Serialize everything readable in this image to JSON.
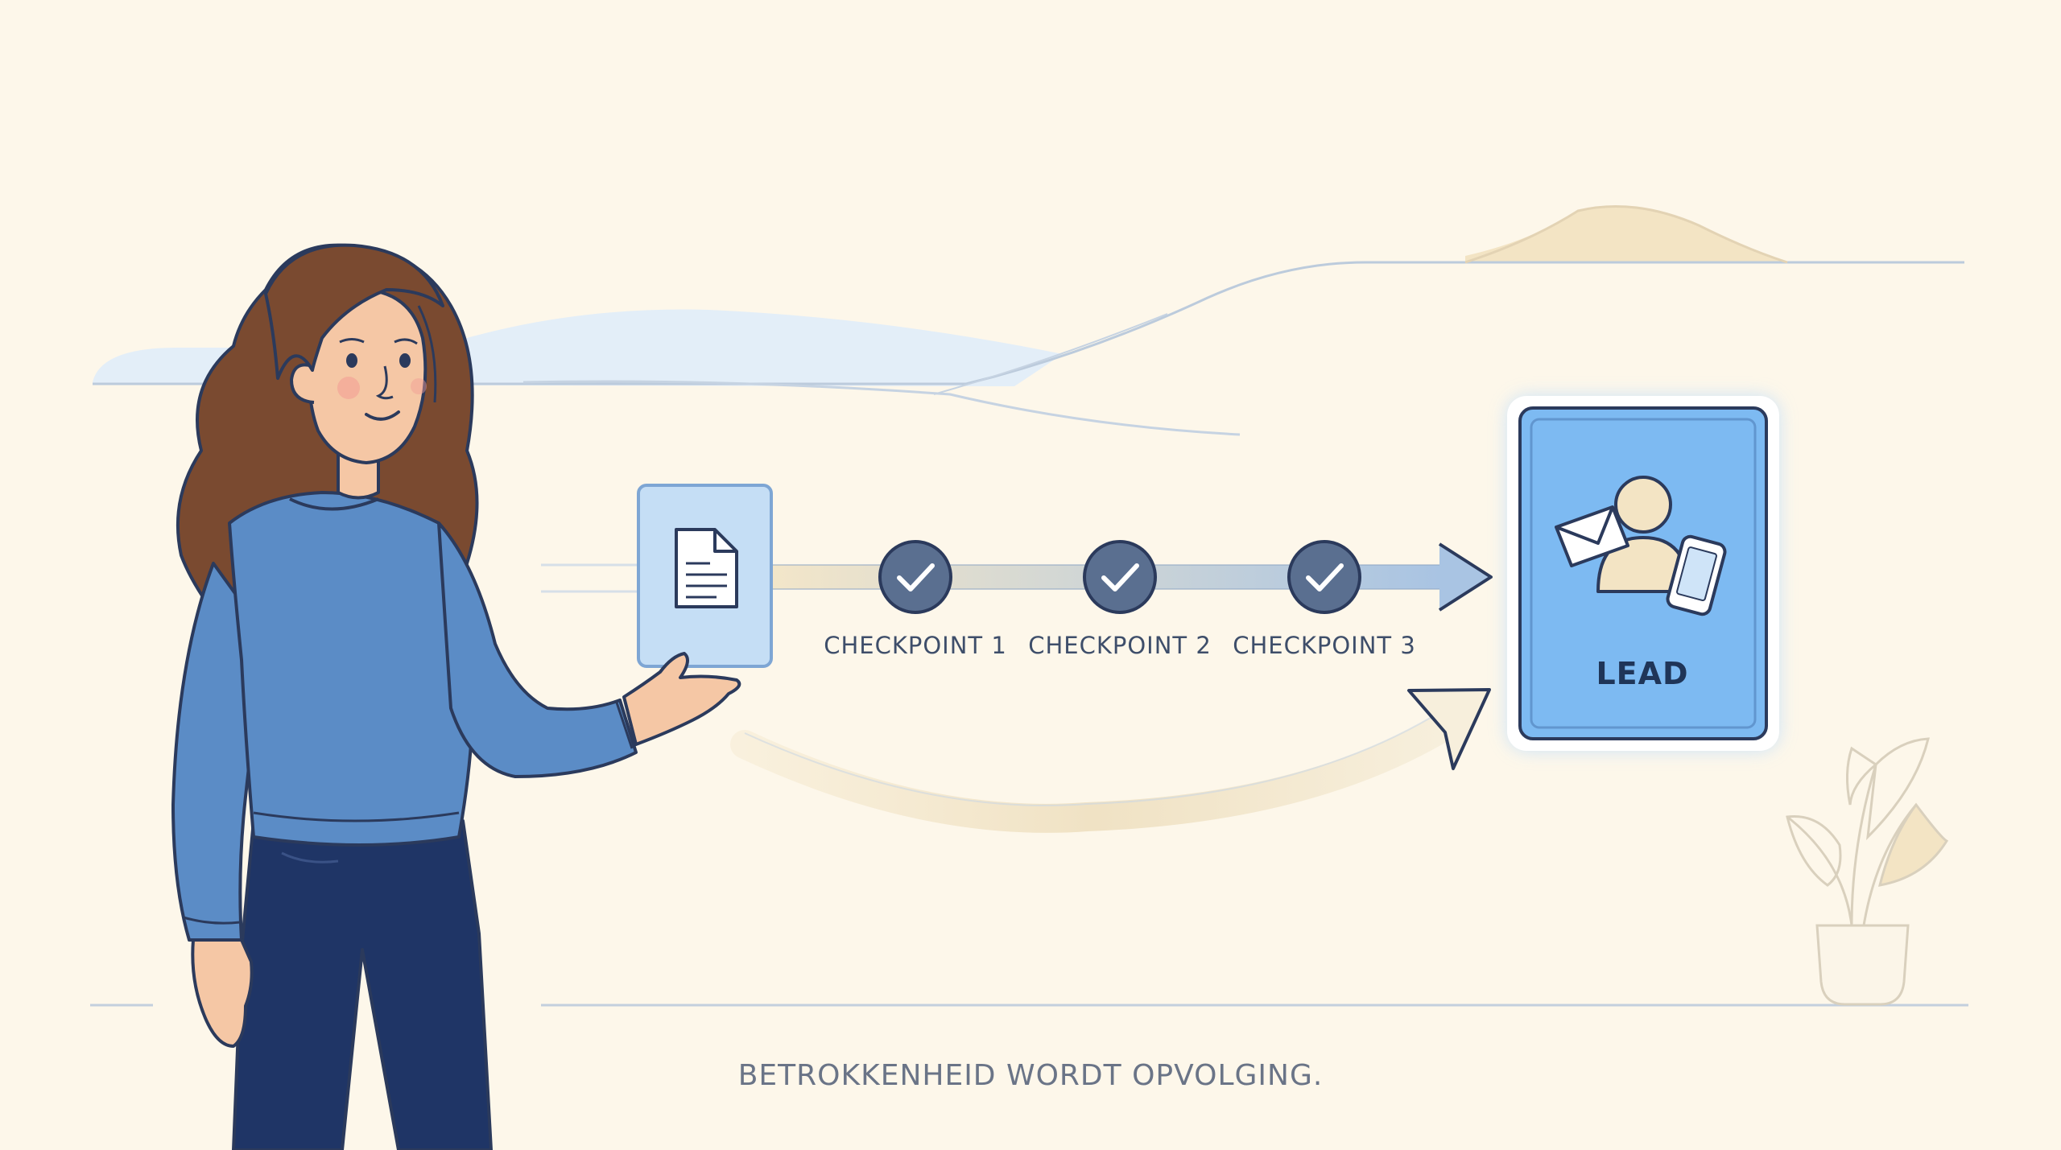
{
  "checkpoints": [
    {
      "label": "CHECKPOINT 1"
    },
    {
      "label": "CHECKPOINT 2"
    },
    {
      "label": "CHECKPOINT 3"
    }
  ],
  "lead": {
    "label": "LEAD"
  },
  "caption": "BETROKKENHEID WORDT OPVOLGING.",
  "colors": {
    "background": "#fdf7ea",
    "accent_blue": "#7dbaf2",
    "checkpoint_fill": "#5a6f90",
    "outline": "#2b3a5c",
    "sweater": "#5b8cc6",
    "pants": "#1f3566",
    "hair": "#7a4a30"
  },
  "icons": [
    "document-icon",
    "check-icon",
    "envelope-icon",
    "person-icon",
    "phone-icon",
    "plant-icon"
  ]
}
